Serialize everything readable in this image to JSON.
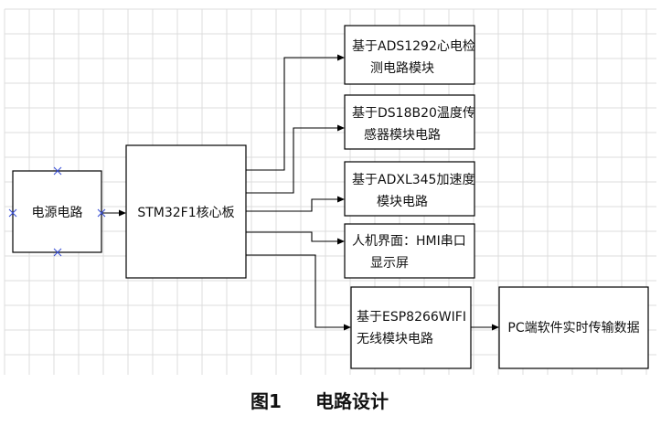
{
  "diagram": {
    "nodes": {
      "power": {
        "lines": [
          "电源电路"
        ]
      },
      "mcu": {
        "lines": [
          "STM32F1核心板"
        ]
      },
      "ads": {
        "lines": [
          "基于ADS1292心电检",
          "测电路模块"
        ]
      },
      "ds": {
        "lines": [
          "基于DS18B20温度传",
          "感器模块电路"
        ]
      },
      "adxl": {
        "lines": [
          "基于ADXL345加速度",
          "模块电路"
        ]
      },
      "hmi": {
        "lines": [
          "人机界面：HMI串口",
          "显示屏"
        ]
      },
      "esp": {
        "lines": [
          "基于ESP8266WIFI",
          "无线模块电路"
        ]
      },
      "pc": {
        "lines": [
          "PC端软件实时传输数据"
        ]
      }
    },
    "edges": [
      {
        "from": "power",
        "to": "mcu"
      },
      {
        "from": "mcu",
        "to": "ads"
      },
      {
        "from": "mcu",
        "to": "ds"
      },
      {
        "from": "mcu",
        "to": "adxl"
      },
      {
        "from": "mcu",
        "to": "hmi"
      },
      {
        "from": "mcu",
        "to": "esp"
      },
      {
        "from": "esp",
        "to": "pc"
      }
    ],
    "colors": {
      "box_stroke": "#000000",
      "grid": "#dcdcdc",
      "connection_marker": "#3a4fd6"
    }
  },
  "caption": {
    "figure": "图1",
    "title": "电路设计"
  }
}
